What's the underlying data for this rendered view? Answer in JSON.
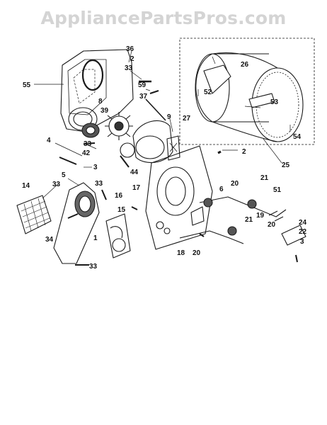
{
  "watermark": "AppliancePartsPros.com",
  "callouts": [
    "36",
    "2",
    "33",
    "55",
    "59",
    "37",
    "8",
    "39",
    "9",
    "4",
    "33",
    "42",
    "27",
    "3",
    "44",
    "2",
    "25",
    "5",
    "14",
    "33",
    "33",
    "16",
    "17",
    "6",
    "20",
    "21",
    "51",
    "15",
    "1",
    "34",
    "19",
    "21",
    "20",
    "24",
    "22",
    "3",
    "33",
    "18",
    "20",
    "26",
    "52",
    "53",
    "54"
  ],
  "colors": {
    "ink": "#1a1a1a",
    "paper": "#ffffff",
    "watermark": "#d4d4d4"
  }
}
